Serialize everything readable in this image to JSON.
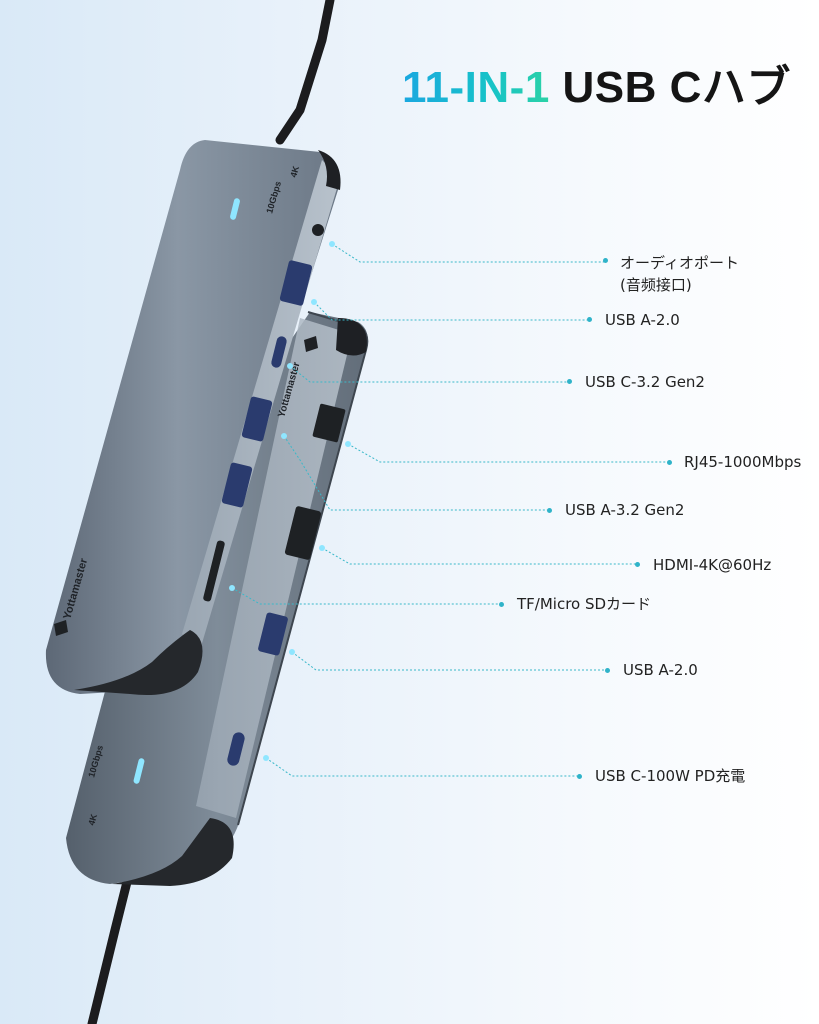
{
  "title": {
    "accent": "11-IN-1",
    "rest": " USB Cハブ"
  },
  "device": {
    "brand": "Yottamaster",
    "speed_badge": "10Gbps",
    "resolution_badge": "4K"
  },
  "ports": [
    {
      "label_line1": "オーディオポート",
      "label_line2": "(音频接口)"
    },
    {
      "label_line1": "USB A-2.0"
    },
    {
      "label_line1": "USB C-3.2 Gen2"
    },
    {
      "label_line1": "RJ45-1000Mbps"
    },
    {
      "label_line1": "USB A-3.2 Gen2"
    },
    {
      "label_line1": "HDMI-4K@60Hz"
    },
    {
      "label_line1": "TF/Micro SDカード"
    },
    {
      "label_line1": "USB A-2.0"
    },
    {
      "label_line1": "USB C-100W PD充電"
    }
  ],
  "colors": {
    "accent_start": "#1aa7e0",
    "accent_end": "#2bd2a6",
    "leader_line": "#3ab8c9",
    "hub_body": "#6f7d8c",
    "led": "#8fe6ff"
  }
}
